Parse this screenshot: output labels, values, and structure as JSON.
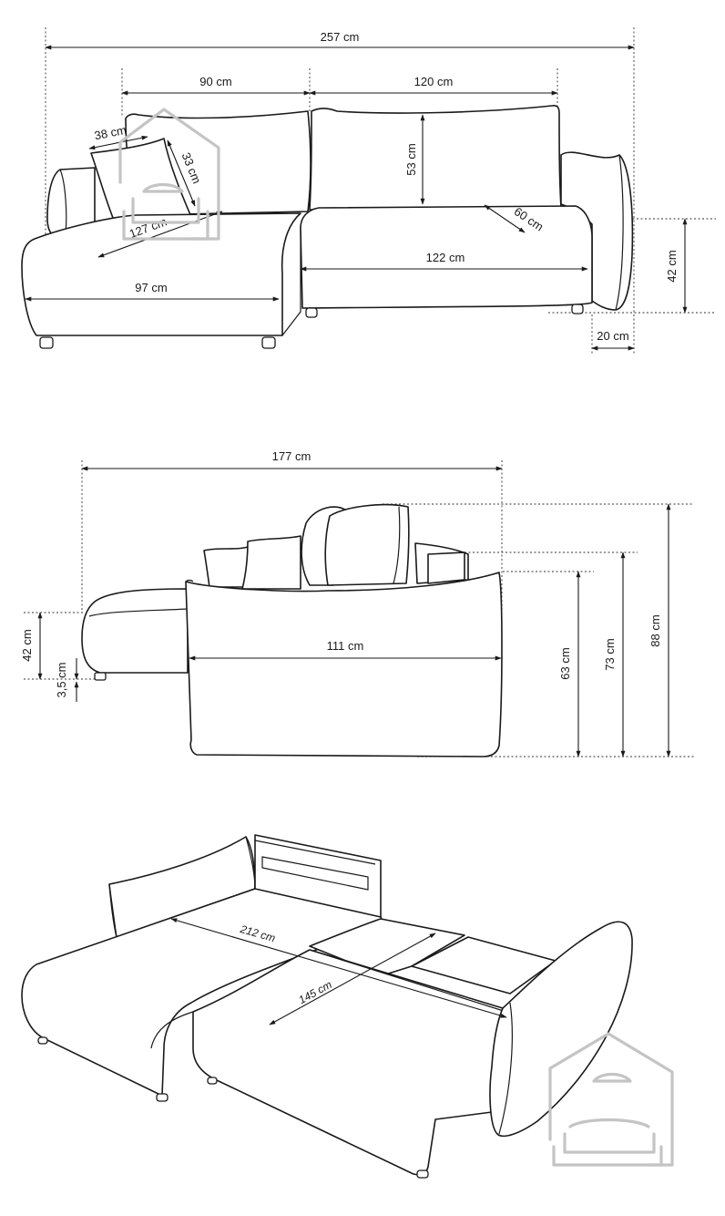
{
  "top_view": {
    "total_width": "257 cm",
    "chaise_back_width": "90 cm",
    "sofa_back_width": "120 cm",
    "cushion_width": "38 cm",
    "cushion_height": "33 cm",
    "back_height": "53 cm",
    "seat_depth": "60 cm",
    "chaise_length": "127 cm",
    "seat_width": "122 cm",
    "chaise_width": "97 cm",
    "seat_height": "42 cm",
    "armrest_width": "20 cm"
  },
  "side_view": {
    "total_depth": "177 cm",
    "seat_depth": "111 cm",
    "seat_height": "42 cm",
    "leg_height": "3,5 cm",
    "armrest_height": "63 cm",
    "back_height": "73 cm",
    "total_height": "88 cm"
  },
  "bed_view": {
    "sleeping_length": "212 cm",
    "sleeping_width": "145 cm"
  },
  "colors": {
    "line": "#1a1a1a",
    "watermark": "#c4c4c4"
  }
}
